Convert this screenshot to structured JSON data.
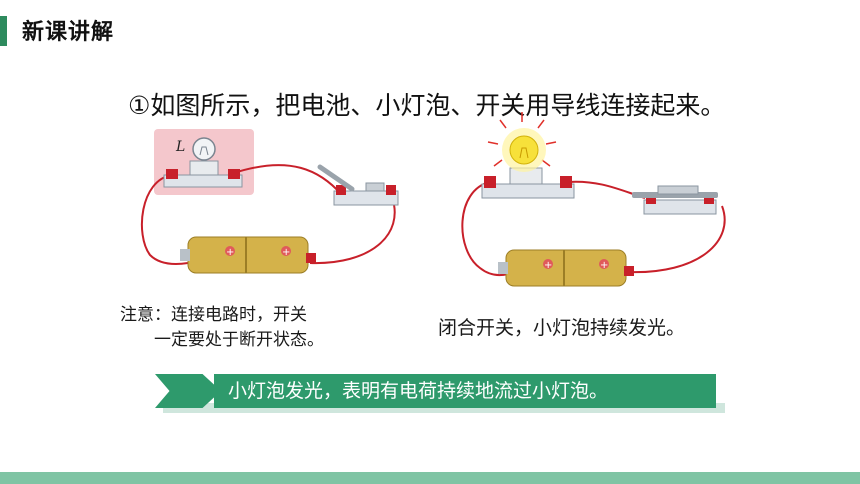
{
  "header": {
    "title": "新课讲解"
  },
  "step": {
    "text": "①如图所示，把电池、小灯泡、开关用导线连接起来。"
  },
  "left_circuit": {
    "bulb_label": "L"
  },
  "note": {
    "line1": "注意：连接电路时，开关",
    "line2": "一定要处于断开状态。"
  },
  "result": {
    "text": "闭合开关，小灯泡持续发光。"
  },
  "banner": {
    "text": "小灯泡发光，表明有电荷持续地流过小灯泡。"
  },
  "colors": {
    "accent": "#2e9a6c",
    "header_bar": "#2e8b5e",
    "footer": "#7fc4a4",
    "wire": "#c8202a",
    "battery": "#d4b24a",
    "bulb_highlight": "#f4c7cc"
  },
  "icons": [
    "bulb-icon",
    "battery-icon",
    "switch-icon"
  ]
}
